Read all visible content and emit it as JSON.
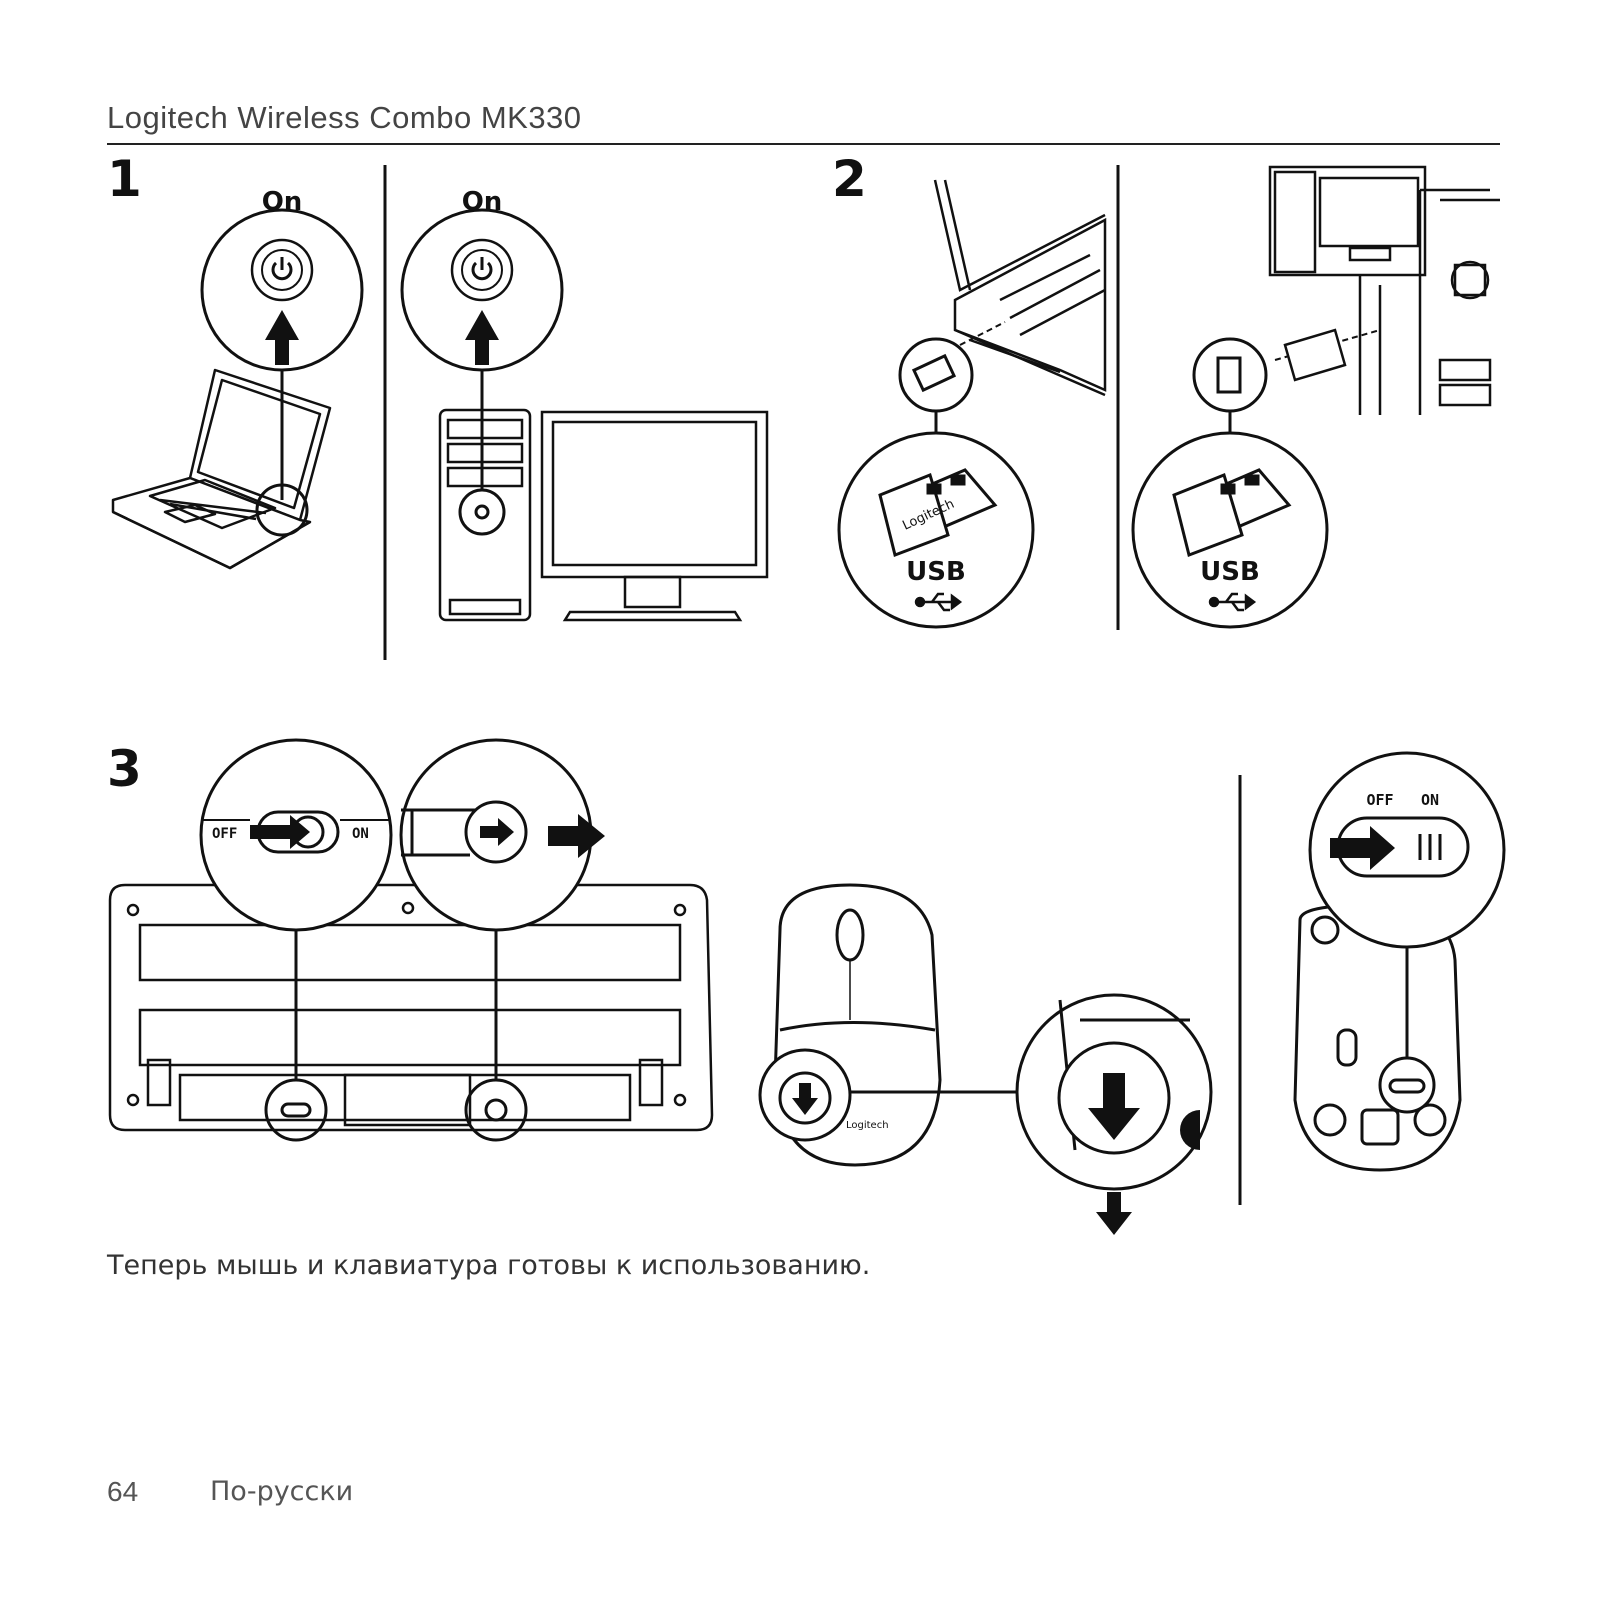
{
  "header": {
    "title": "Logitech Wireless Combo MK330"
  },
  "steps": {
    "one": "1",
    "two": "2",
    "three": "3"
  },
  "step1": {
    "laptop_label": "On",
    "desktop_label": "On"
  },
  "step2": {
    "laptop_usb_label": "USB",
    "desktop_usb_label": "USB",
    "receiver_brand": "Logitech"
  },
  "step3": {
    "keyboard_off": "OFF",
    "keyboard_on": "ON",
    "mouse_off": "OFF",
    "mouse_on": "ON",
    "mouse_brand": "Logitech"
  },
  "caption": "Теперь мышь и клавиатура готовы к использованию.",
  "footer": {
    "page_number": "64",
    "language": "По-русски"
  }
}
